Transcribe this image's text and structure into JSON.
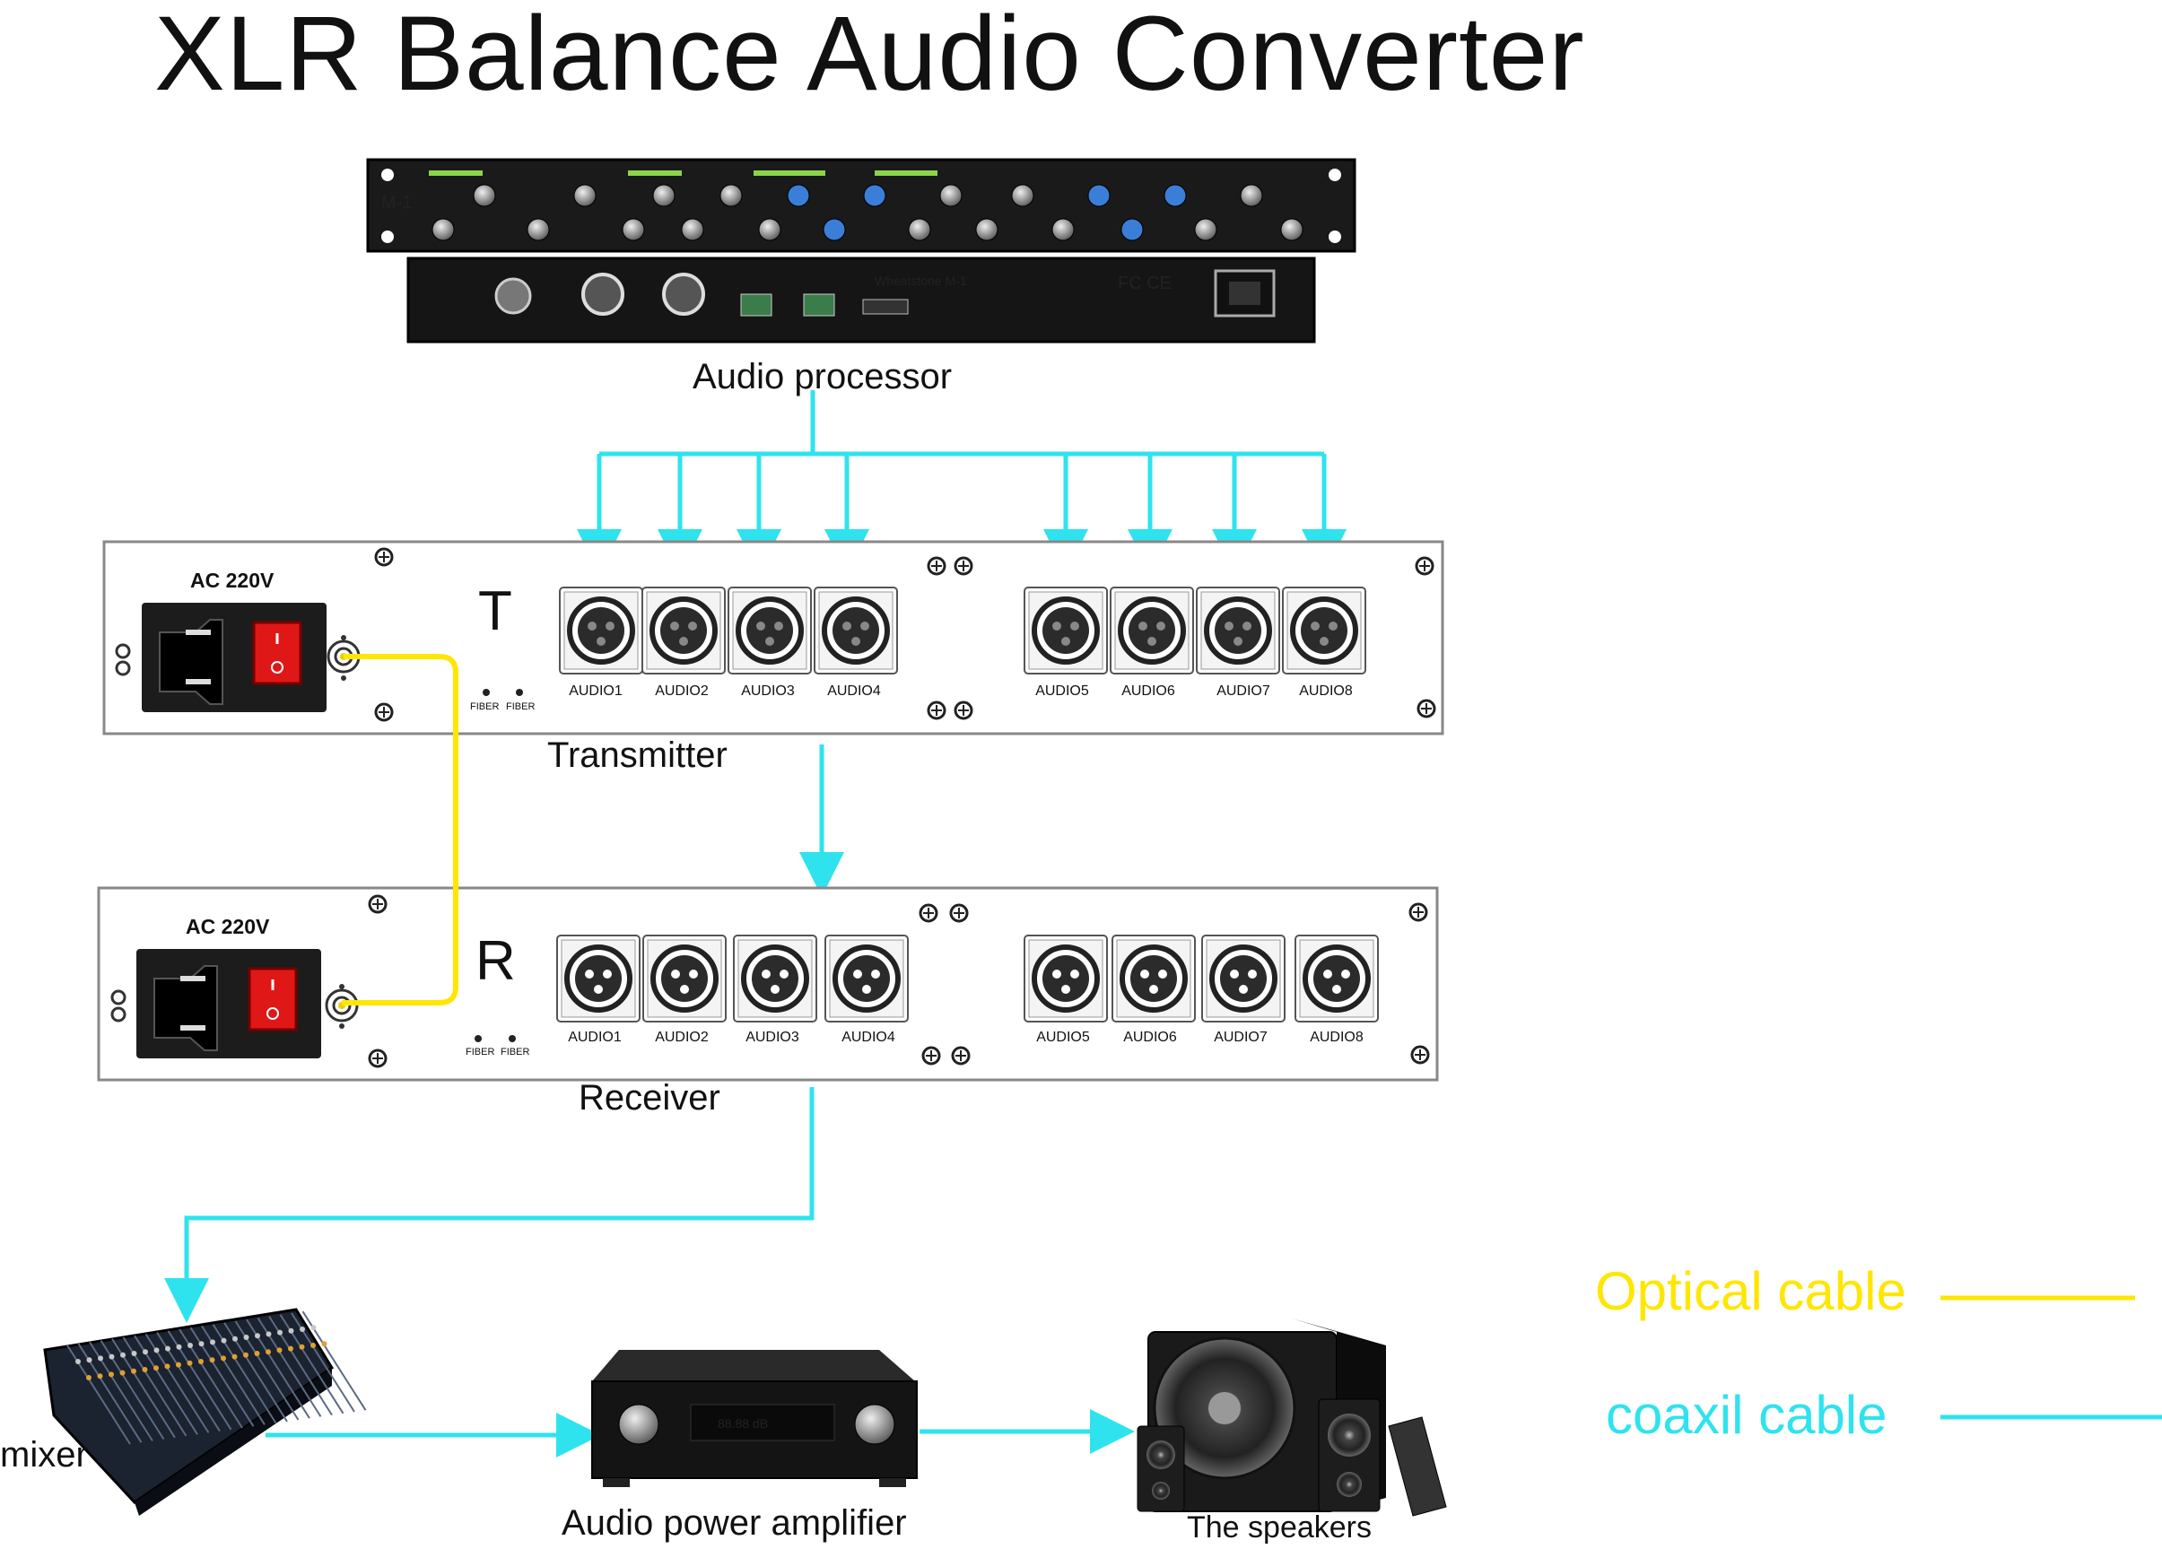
{
  "title": "XLR Balance Audio Converter",
  "colors": {
    "coaxial": "#2fe3ee",
    "optical": "#ffe600",
    "panel_border": "#888888",
    "socket_bg": "#1c1c1c",
    "switch_red": "#e01717"
  },
  "audio_processor": {
    "label": "Audio processor",
    "model": "M-1",
    "brand": "Wheatstone"
  },
  "transmitter": {
    "label": "Transmitter",
    "letter": "T",
    "power_label": "AC 220V",
    "fiber_labels": [
      "FIBER",
      "FIBER"
    ],
    "ports": [
      "AUDIO1",
      "AUDIO2",
      "AUDIO3",
      "AUDIO4",
      "AUDIO5",
      "AUDIO6",
      "AUDIO7",
      "AUDIO8"
    ]
  },
  "receiver": {
    "label": "Receiver",
    "letter": "R",
    "power_label": "AC 220V",
    "fiber_labels": [
      "FIBER",
      "FIBER"
    ],
    "ports": [
      "AUDIO1",
      "AUDIO2",
      "AUDIO3",
      "AUDIO4",
      "AUDIO5",
      "AUDIO6",
      "AUDIO7",
      "AUDIO8"
    ]
  },
  "devices": {
    "mixer": "mixer",
    "amplifier": "Audio power amplifier",
    "speakers": "The speakers"
  },
  "legend": {
    "optical": "Optical cable",
    "coaxial": "coaxil cable"
  }
}
